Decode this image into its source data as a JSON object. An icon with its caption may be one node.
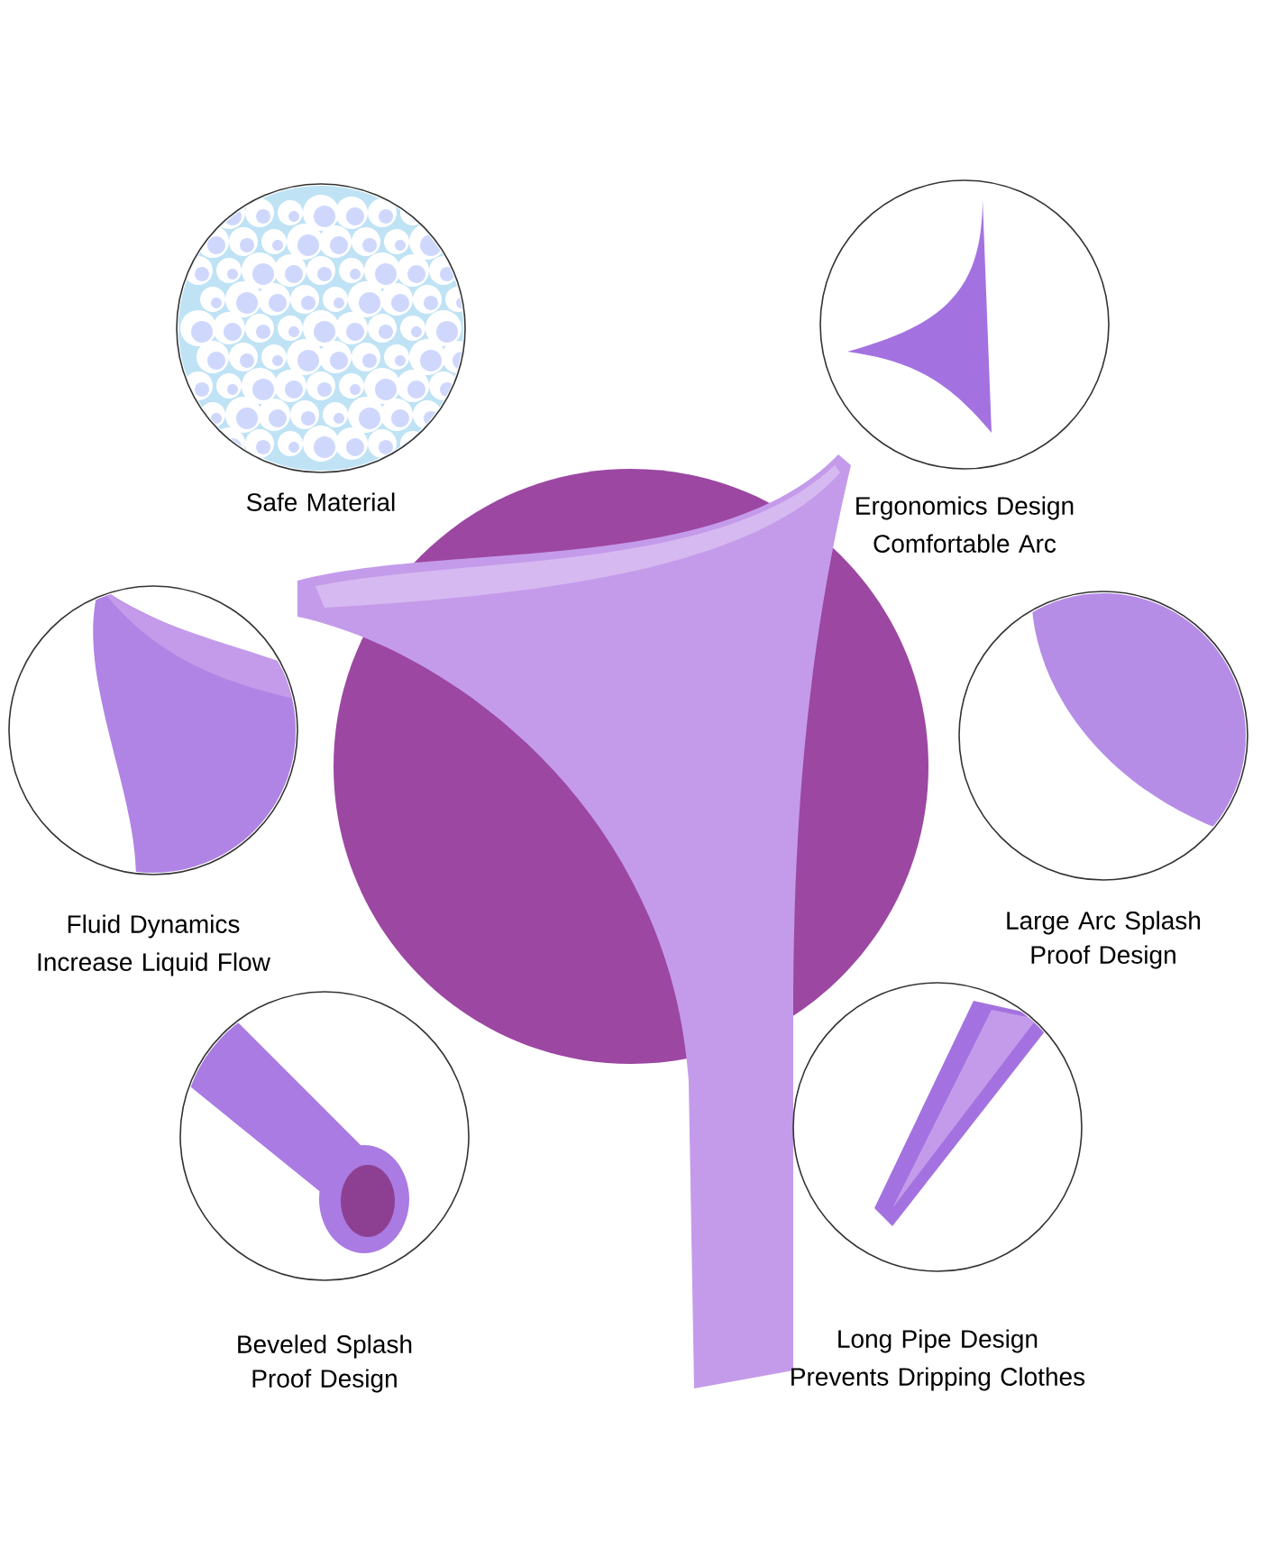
{
  "diagram": {
    "nodes": [
      {
        "text": [
          "Safe Material"
        ]
      },
      {
        "text": [
          "Ergonomics Design",
          "Comfortable Arc"
        ]
      },
      {
        "text": [],
        "shape": "picture"
      },
      {
        "text": [
          "Fluid Dynamics",
          "Increase Liquid Flow"
        ]
      },
      {
        "text": [
          "Large Arc Splash Proof Design"
        ]
      },
      {
        "text": [
          "Beveled Splash Proof Design"
        ]
      },
      {
        "text": [
          "Long Pipe Design",
          "Prevents Dripping Clothes"
        ]
      }
    ]
  }
}
